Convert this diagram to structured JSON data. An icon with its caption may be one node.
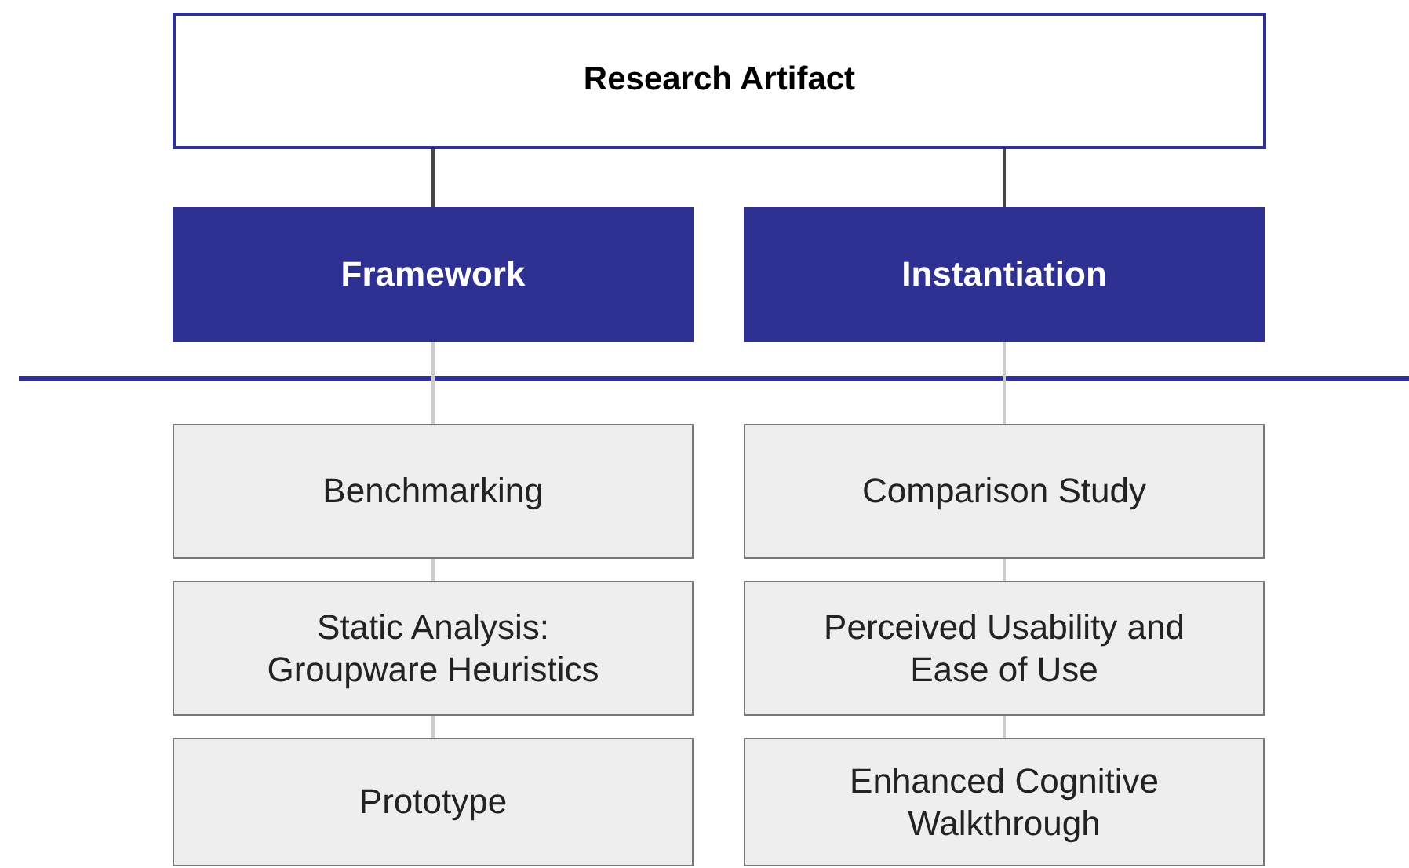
{
  "diagram": {
    "nodes": [
      {
        "text": [
          "Research Artifact"
        ]
      },
      {
        "text": [
          "Framework"
        ]
      },
      {
        "text": [
          "Instantiation"
        ]
      },
      {
        "text": [
          "Benchmarking"
        ]
      },
      {
        "text": [
          "Static Analysis: Groupware Heuristics"
        ]
      },
      {
        "text": [
          "Prototype"
        ]
      },
      {
        "text": [
          "Comparison Study"
        ]
      },
      {
        "text": [
          "Perceived Usability and Ease of Use"
        ]
      },
      {
        "text": [
          "Enhanced Cognitive Walkthrough"
        ]
      }
    ],
    "edges": [
      {
        "from": 0,
        "to": 1,
        "arrow": "none",
        "color": "#444444"
      },
      {
        "from": 0,
        "to": 2,
        "arrow": "none",
        "color": "#444444"
      },
      {
        "from": 1,
        "to": 3,
        "arrow": "none"
      },
      {
        "from": 3,
        "to": 4,
        "arrow": "none"
      },
      {
        "from": 4,
        "to": 5,
        "arrow": "none"
      },
      {
        "from": 2,
        "to": 6,
        "arrow": "none"
      },
      {
        "from": 6,
        "to": 7,
        "arrow": "none"
      },
      {
        "from": 7,
        "to": 8,
        "arrow": "none"
      }
    ]
  }
}
